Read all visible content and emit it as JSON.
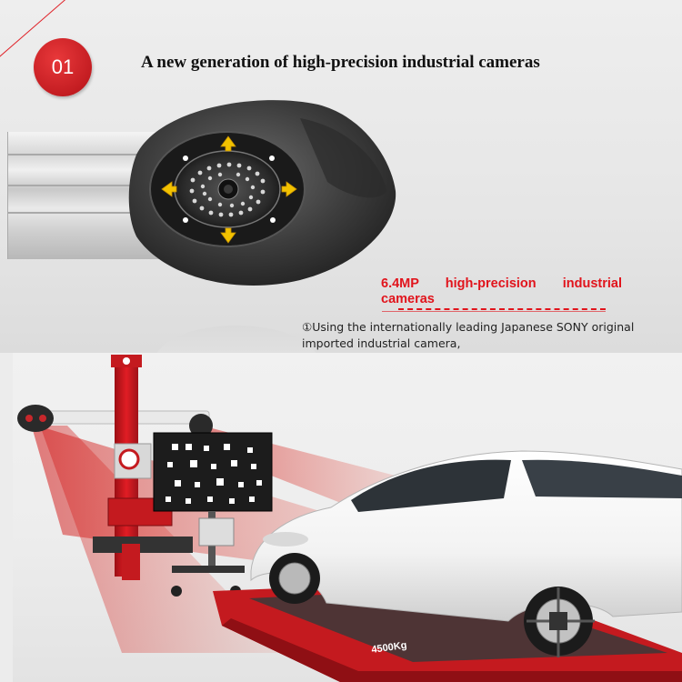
{
  "header": {
    "badge_number": "01",
    "headline": "A new generation of high-precision industrial cameras"
  },
  "spec": {
    "title_line1_words": [
      "6.4MP",
      "high-precision",
      "industrial"
    ],
    "title_line2": "cameras",
    "body_text": "①Using the internationally leading Japanese SONY original imported industrial camera,"
  },
  "photo": {
    "lift_capacity_label": "4500Kg"
  },
  "colors": {
    "accent_red": "#e1141c",
    "badge_red": "#c41d22",
    "arrow_yellow": "#f2c200"
  }
}
